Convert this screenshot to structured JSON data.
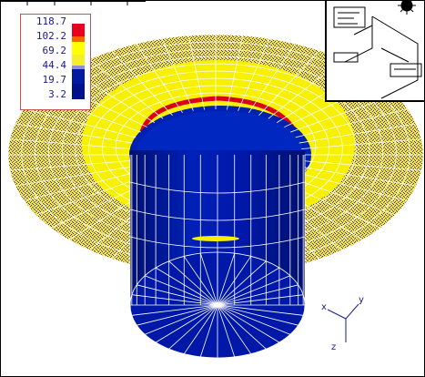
{
  "legend": {
    "values": [
      "118.7",
      "102.2",
      "69.2",
      "44.4",
      "19.7",
      "3.2"
    ],
    "colors": [
      "#e8001c",
      "#d81b10",
      "#ffff00",
      "#f5ef2a",
      "#001aa0",
      "#00108a"
    ]
  },
  "triad": {
    "x_label": "x",
    "y_label": "y",
    "z_label": "z"
  },
  "colors": {
    "outer_flange": "#f2e25a",
    "speckle": "#3d3a28",
    "hot_band": "#e0001a",
    "cylinder": "#0018a8",
    "cylinder_dark": "#001070",
    "mesh": "#ffffff"
  }
}
